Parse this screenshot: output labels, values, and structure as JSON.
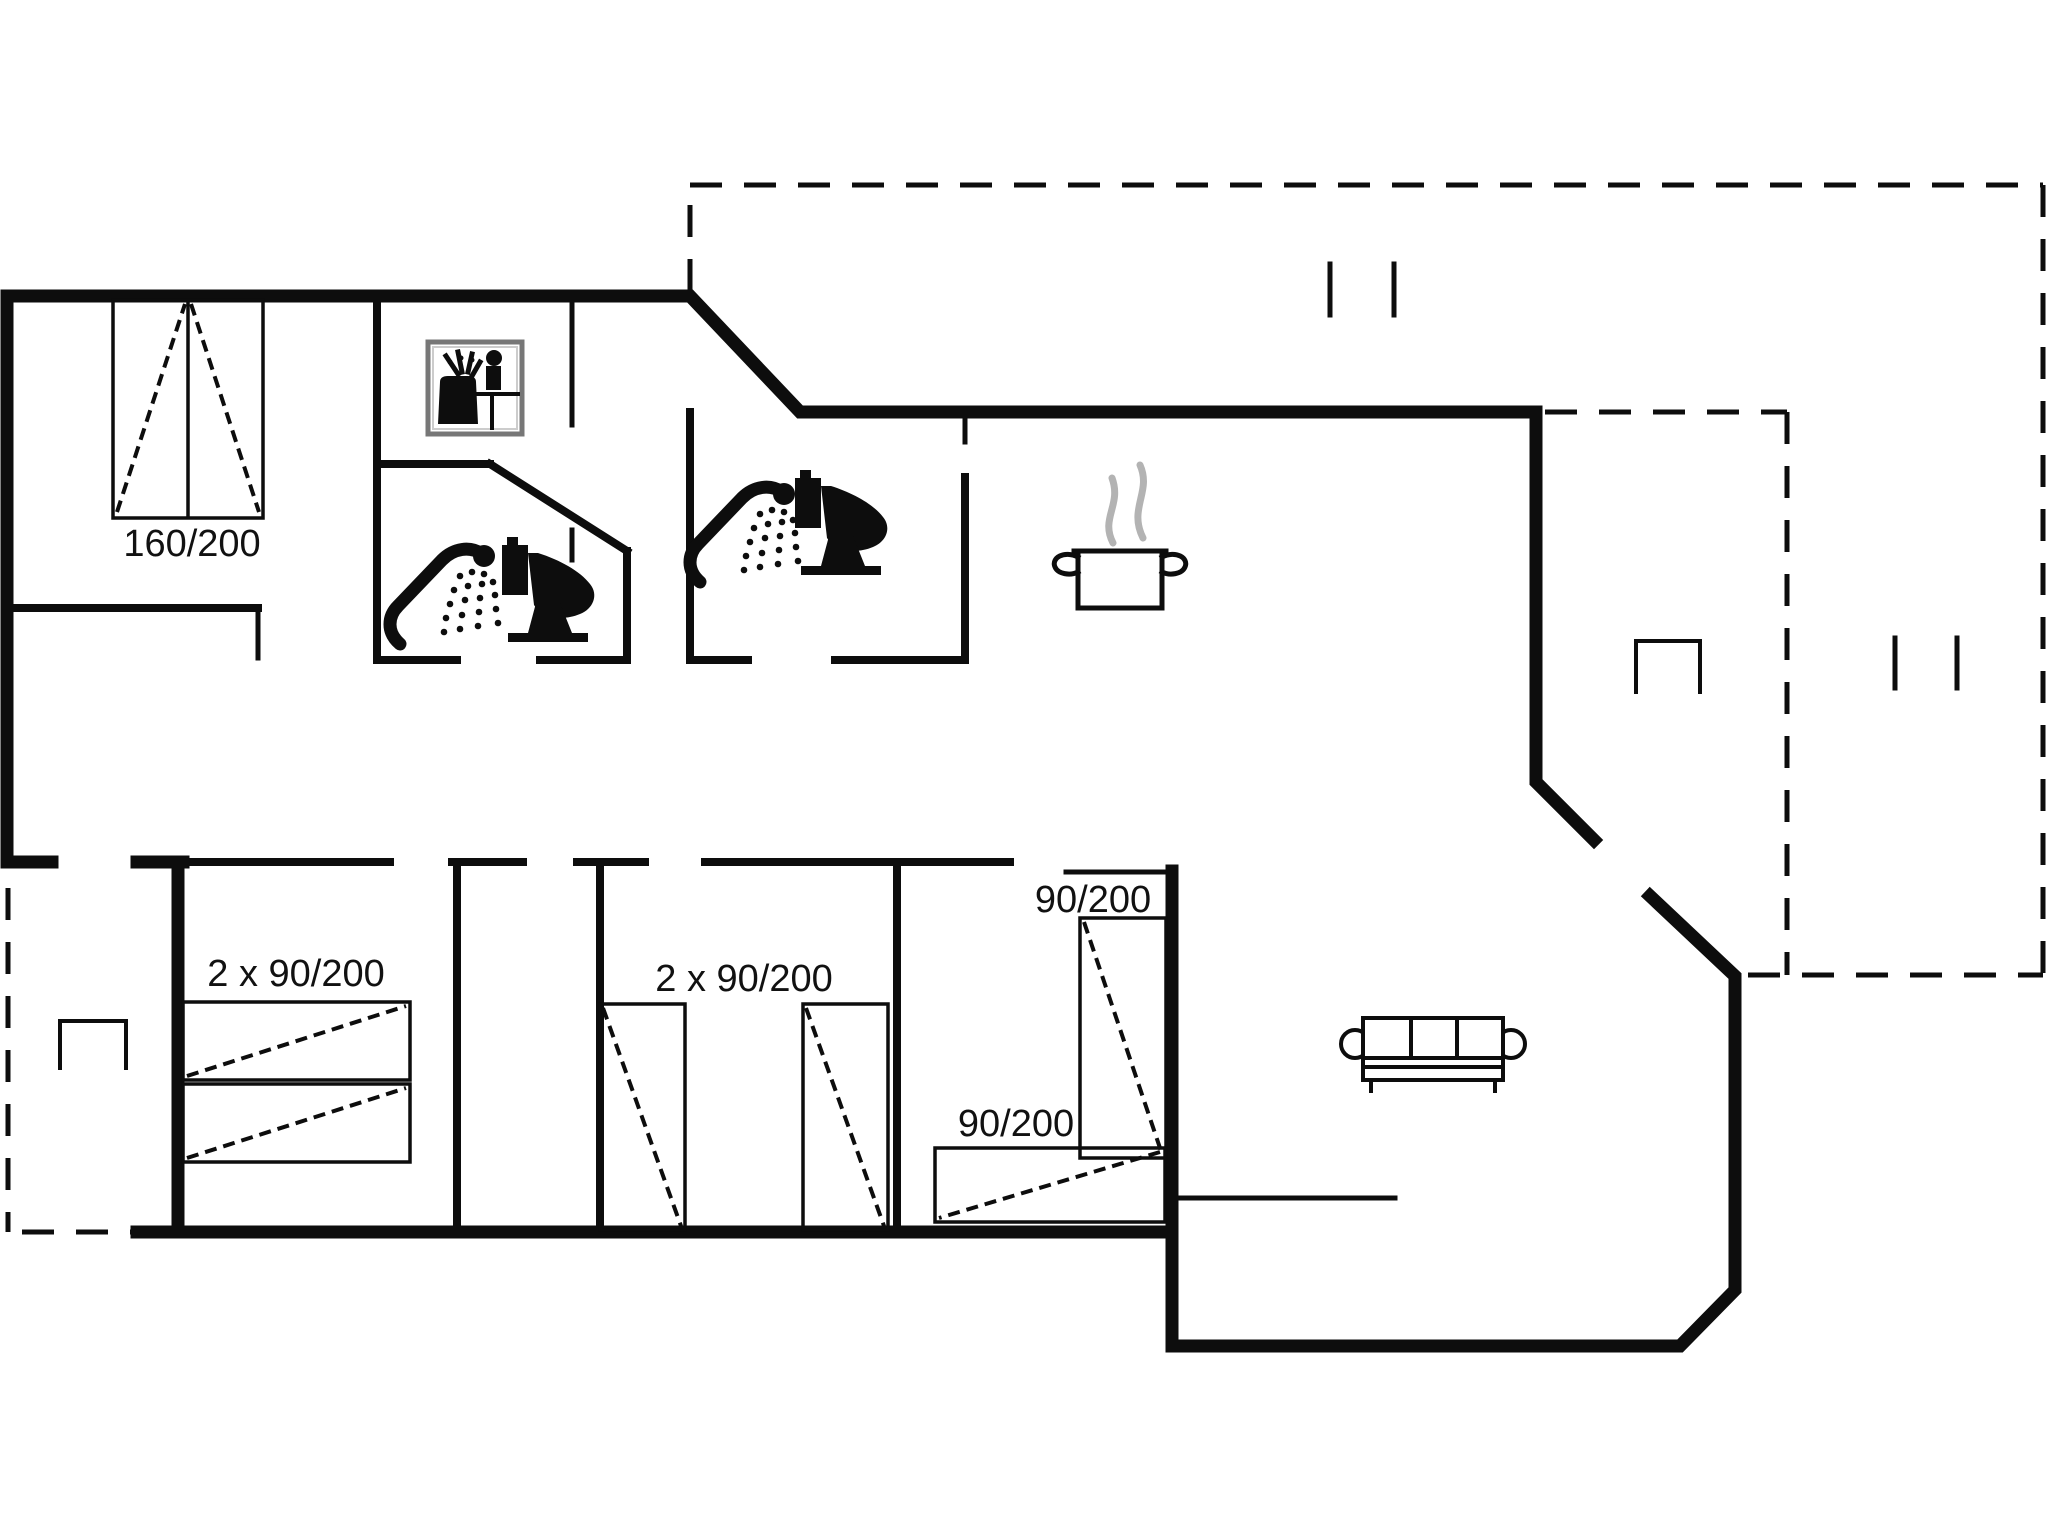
{
  "plan": {
    "type": "holiday-home-floor-plan",
    "labels": {
      "double_bed": "160/200",
      "left_bedroom_beds": "2 x 90/200",
      "middle_bedroom_beds": "2 x 90/200",
      "right_bedroom_bed_top": "90/200",
      "right_bedroom_bed_bottom": "90/200"
    },
    "icons": {
      "utility_room": "spa-bath-icon",
      "bathroom_1": [
        "shower-icon",
        "toilet-icon"
      ],
      "bathroom_2": [
        "shower-icon",
        "toilet-icon"
      ],
      "kitchen": "cooking-pot-icon",
      "living_room": [
        "sofa-icon",
        "wood-stove-icon"
      ],
      "terrace_left": "wood-stove-icon"
    },
    "colors": {
      "walls": "#0d0d0d",
      "steam": "#b3b3b3",
      "background": "#ffffff",
      "frame": "#777777",
      "text": "#111111"
    }
  }
}
